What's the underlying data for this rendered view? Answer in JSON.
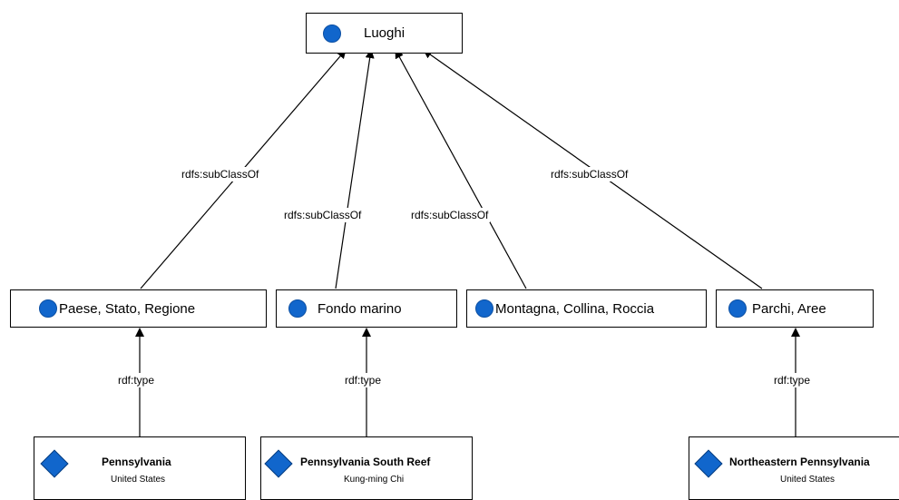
{
  "classes": {
    "root": "Luoghi",
    "paese": "Paese, Stato, Regione",
    "fondo": "Fondo marino",
    "montagna": "Montagna, Collina, Roccia",
    "parchi": "Parchi, Aree"
  },
  "edge_labels": {
    "subclass_1": "rdfs:subClassOf",
    "subclass_2": "rdfs:subClassOf",
    "subclass_3": "rdfs:subClassOf",
    "subclass_4": "rdfs:subClassOf",
    "type_1": "rdf:type",
    "type_2": "rdf:type",
    "type_3": "rdf:type"
  },
  "instances": [
    {
      "title": "Pennsylvania",
      "subtitle": "United States"
    },
    {
      "title": "Pennsylvania South Reef",
      "subtitle": "Kung-ming Chi"
    },
    {
      "title": "Northeastern Pennsylvania",
      "subtitle": "United States"
    }
  ],
  "colors": {
    "class_dot": "#1166cc",
    "instance_diamond": "#1166cc",
    "line": "#000000"
  }
}
